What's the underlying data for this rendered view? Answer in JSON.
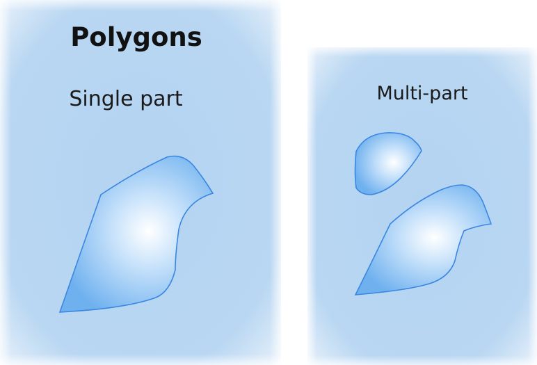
{
  "heading": "Polygons",
  "panels": [
    {
      "label": "Single part",
      "part_count": 1
    },
    {
      "label": "Multi-part",
      "part_count": 2
    }
  ],
  "colors": {
    "panel_background": "#bfdaf2",
    "panel_center": "#a9cdee",
    "polygon_fill_center": "#ffffff",
    "polygon_fill_edge": "#7cb8f0",
    "polygon_stroke": "#3a86e0",
    "grid_line": "#8a8480"
  }
}
